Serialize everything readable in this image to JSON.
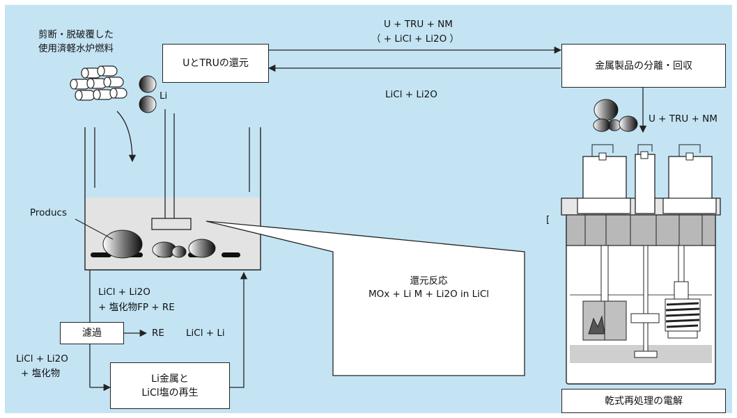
{
  "labels": {
    "fuel_line1": "剪断・脱破覆した",
    "fuel_line2": "使用済軽水炉燃料",
    "li": "Li",
    "produces": "Producs",
    "top_flow_line1": "U + TRU + NM",
    "top_flow_line2": "（ + LiCl + Li2O ）",
    "return_flow": "LiCl + Li2O",
    "down_flow": "U + TRU + NM",
    "salt_out_line1": "LiCl + Li2O",
    "salt_out_line2": "+ 塩化物FP + RE",
    "re": "RE",
    "licl_li": "LiCl + Li",
    "salt_side_line1": "LiCl + Li2O",
    "salt_side_line2": "+ 塩化物",
    "right_bracket": "["
  },
  "boxes": {
    "reduction": "UとTRUの還元",
    "separation": "金属製品の分離・回収",
    "filtration": "濾過",
    "regen_line1": "Li金属と",
    "regen_line2": "LiCl塩の再生",
    "electrolysis": "乾式再処理の電解"
  },
  "callout": {
    "title": "還元反応",
    "equation": "MOx + Li   M + Li2O in LiCl"
  },
  "colors": {
    "background": "#c4e4f4",
    "salt": "#e3e3e3",
    "box_fill": "#ffffff",
    "line": "#222222"
  }
}
